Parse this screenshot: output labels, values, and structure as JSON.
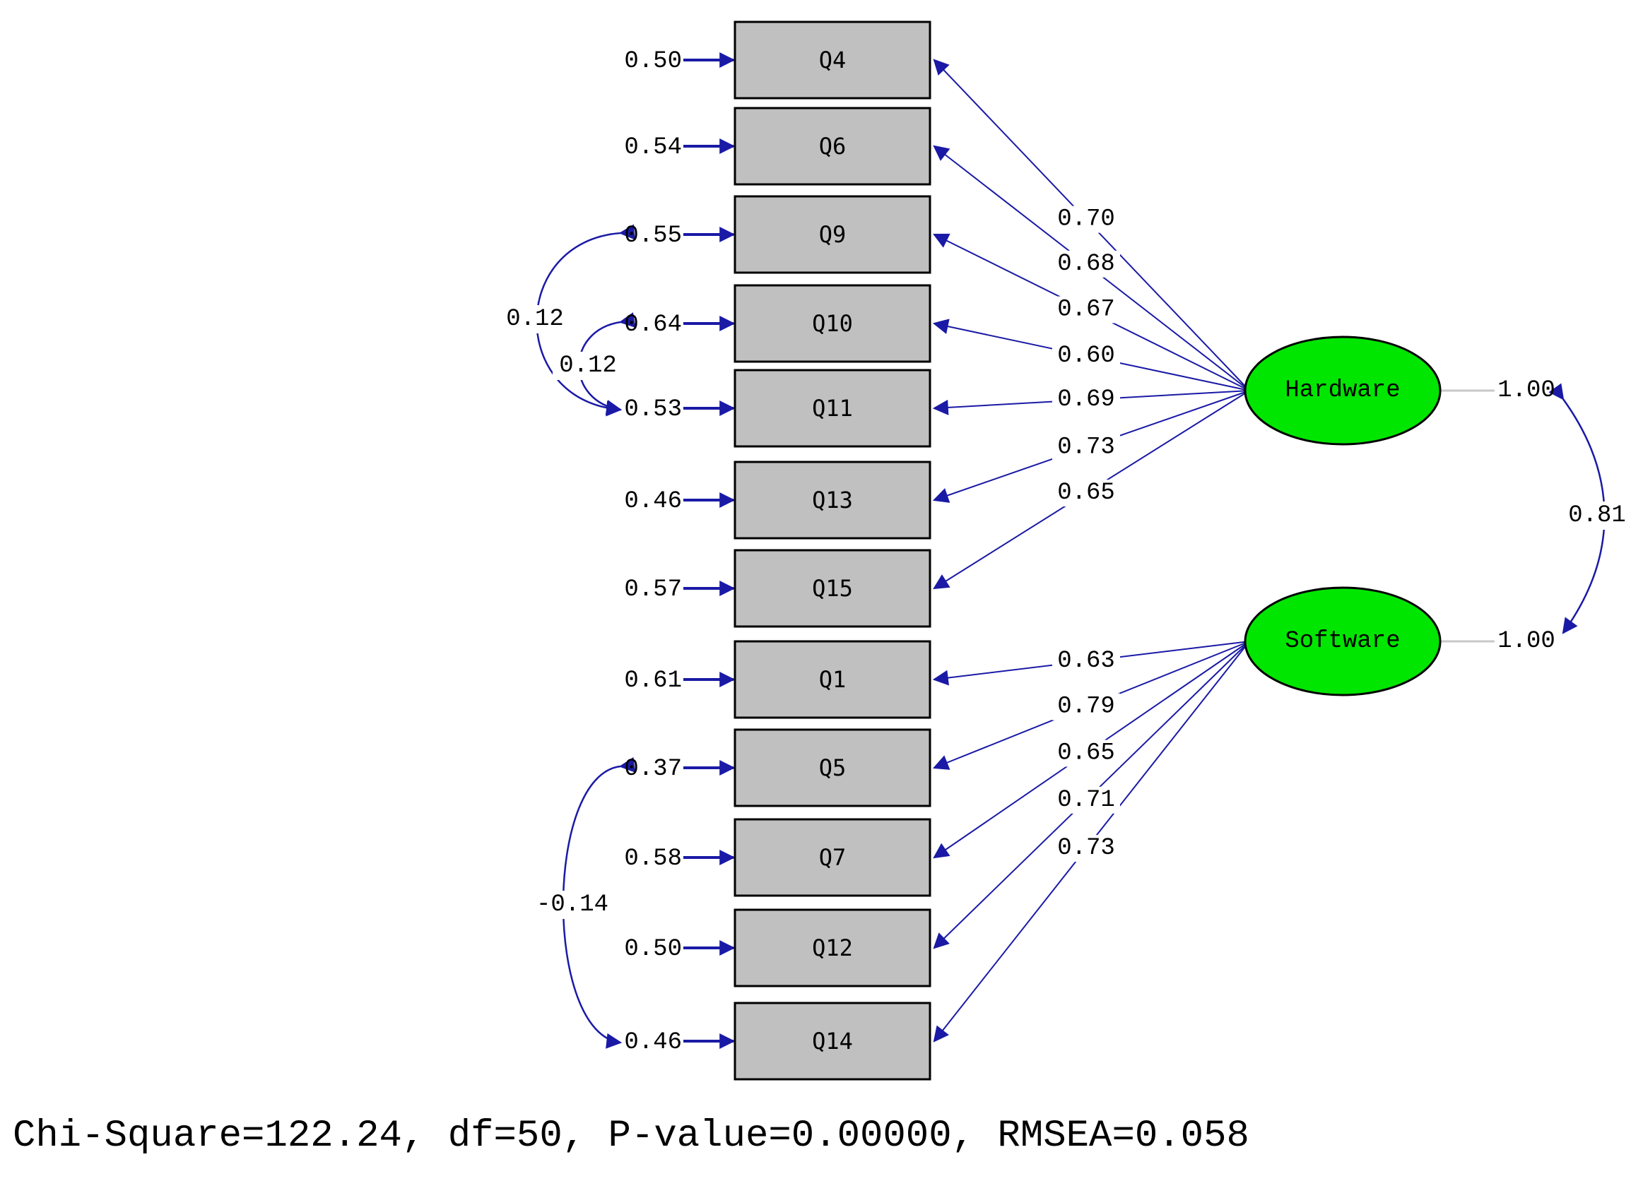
{
  "colors": {
    "path": "#1a1aa6",
    "box_fill": "#c0c0c0",
    "latent_fill": "#00e600",
    "latent_variance_line": "#c8c8c8"
  },
  "latents": [
    {
      "id": "hw",
      "label": "Hardware",
      "variance": "1.00"
    },
    {
      "id": "sw",
      "label": "Software",
      "variance": "1.00"
    }
  ],
  "indicators": [
    {
      "id": "Q4",
      "label": "Q4",
      "error": "0.50",
      "factor": "hw",
      "loading": "0.70"
    },
    {
      "id": "Q6",
      "label": "Q6",
      "error": "0.54",
      "factor": "hw",
      "loading": "0.68"
    },
    {
      "id": "Q9",
      "label": "Q9",
      "error": "0.55",
      "factor": "hw",
      "loading": "0.67"
    },
    {
      "id": "Q10",
      "label": "Q10",
      "error": "0.64",
      "factor": "hw",
      "loading": "0.60"
    },
    {
      "id": "Q11",
      "label": "Q11",
      "error": "0.53",
      "factor": "hw",
      "loading": "0.69"
    },
    {
      "id": "Q13",
      "label": "Q13",
      "error": "0.46",
      "factor": "hw",
      "loading": "0.73"
    },
    {
      "id": "Q15",
      "label": "Q15",
      "error": "0.57",
      "factor": "hw",
      "loading": "0.65"
    },
    {
      "id": "Q1",
      "label": "Q1",
      "error": "0.61",
      "factor": "sw",
      "loading": "0.63"
    },
    {
      "id": "Q5",
      "label": "Q5",
      "error": "0.37",
      "factor": "sw",
      "loading": "0.79"
    },
    {
      "id": "Q7",
      "label": "Q7",
      "error": "0.58",
      "factor": "sw",
      "loading": "0.65"
    },
    {
      "id": "Q12",
      "label": "Q12",
      "error": "0.50",
      "factor": "sw",
      "loading": "0.71"
    },
    {
      "id": "Q14",
      "label": "Q14",
      "error": "0.46",
      "factor": "sw",
      "loading": "0.73"
    }
  ],
  "error_covariances": [
    {
      "between": [
        "Q9",
        "Q11"
      ],
      "value": "0.12"
    },
    {
      "between": [
        "Q10",
        "Q11"
      ],
      "value": "0.12"
    },
    {
      "between": [
        "Q5",
        "Q14"
      ],
      "value": "-0.14"
    }
  ],
  "factor_covariance": {
    "between": [
      "hw",
      "sw"
    ],
    "value": "0.81"
  },
  "fit_statistics": "Chi-Square=122.24, df=50, P-value=0.00000, RMSEA=0.058"
}
